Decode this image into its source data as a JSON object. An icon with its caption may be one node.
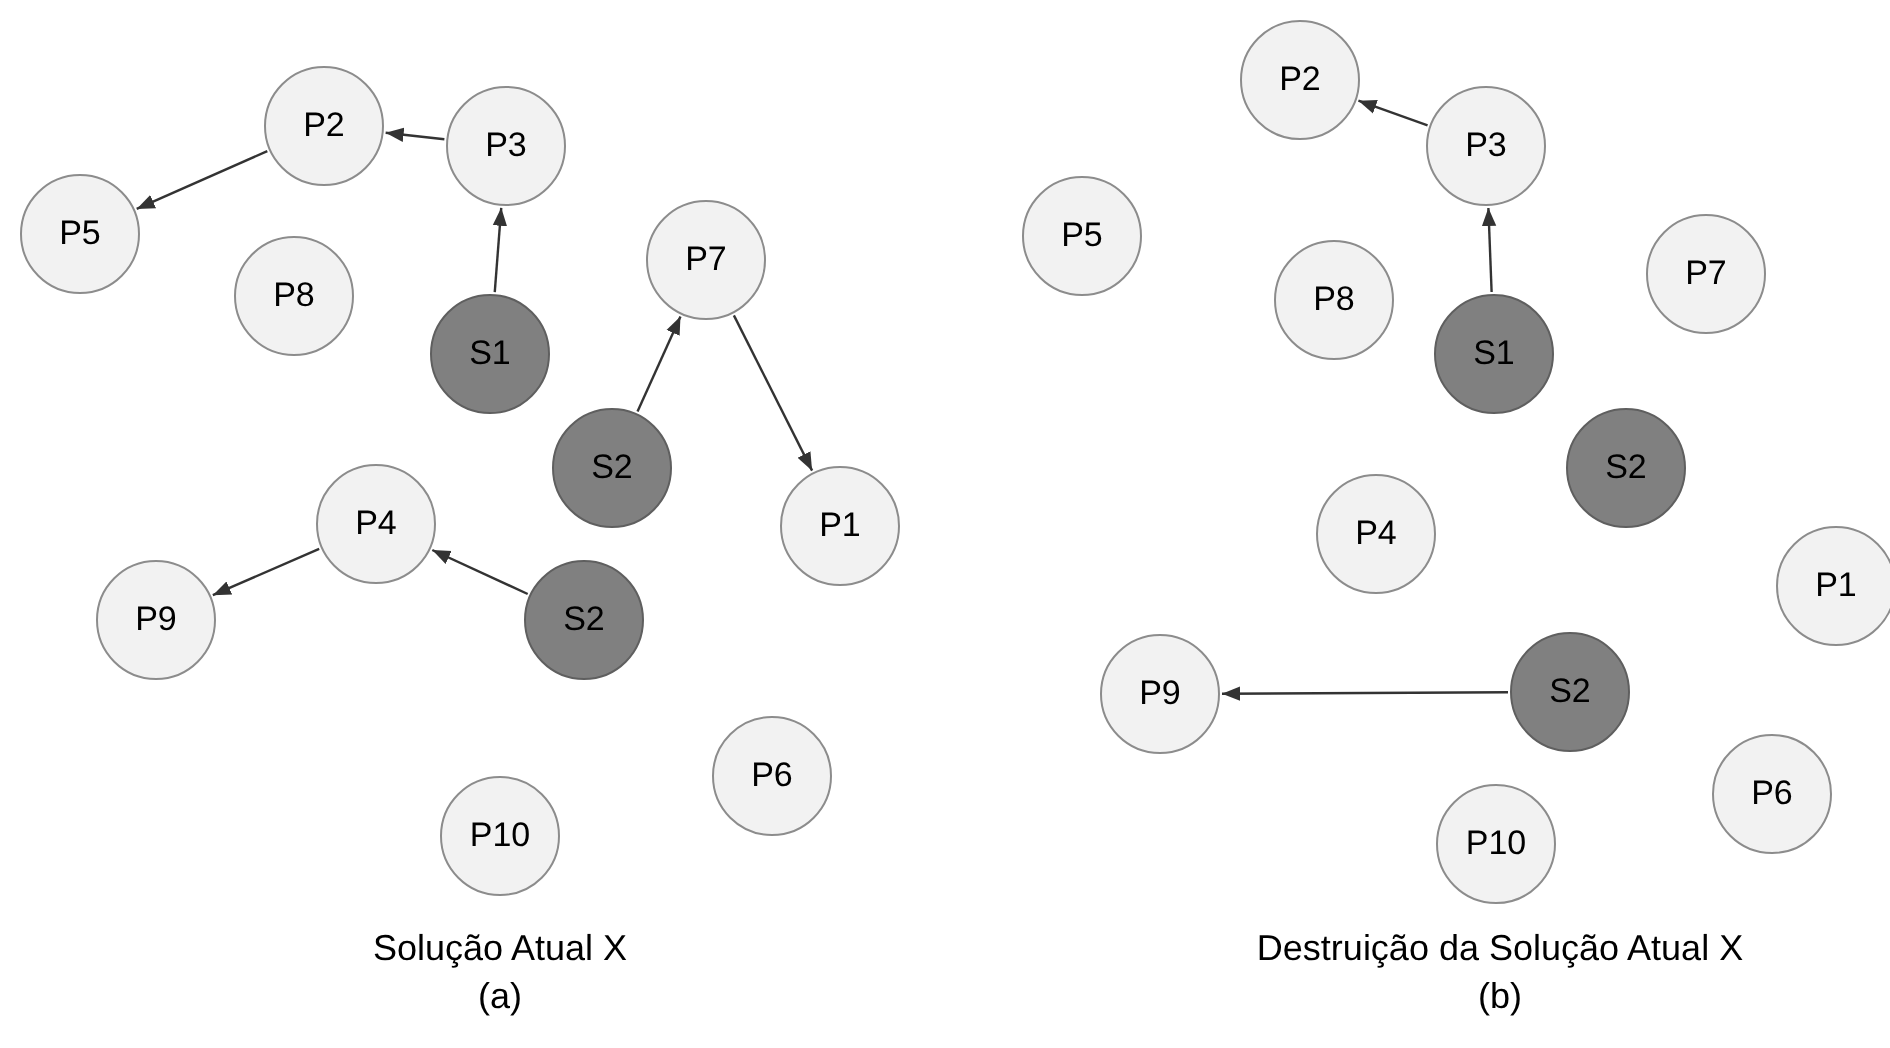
{
  "diagram": {
    "nodes": [
      {
        "text": [
          "P2"
        ]
      },
      {
        "text": [
          "P3"
        ]
      },
      {
        "text": [
          "P5"
        ]
      },
      {
        "text": [
          "P8"
        ]
      },
      {
        "text": [
          "S1"
        ]
      },
      {
        "text": [
          "P7"
        ]
      },
      {
        "text": [
          "S2"
        ]
      },
      {
        "text": [
          "P4"
        ]
      },
      {
        "text": [
          "P9"
        ]
      },
      {
        "text": [
          "S2"
        ]
      },
      {
        "text": [
          "P1"
        ]
      },
      {
        "text": [
          "P10"
        ]
      },
      {
        "text": [
          "P6"
        ]
      },
      {
        "text": [
          "P2"
        ]
      },
      {
        "text": [
          "P3"
        ]
      },
      {
        "text": [
          "P5"
        ]
      },
      {
        "text": [
          "P8"
        ]
      },
      {
        "text": [
          "P7"
        ]
      },
      {
        "text": [
          "S1"
        ]
      },
      {
        "text": [
          "S2"
        ]
      },
      {
        "text": [
          "P4"
        ]
      },
      {
        "text": [
          "P1"
        ]
      },
      {
        "text": [
          "P9"
        ]
      },
      {
        "text": [
          "S2"
        ]
      },
      {
        "text": [
          "P6"
        ]
      },
      {
        "text": [
          "P10"
        ]
      }
    ],
    "edges": [
      {
        "from": 1,
        "to": 0,
        "arrow": "to"
      },
      {
        "from": 0,
        "to": 2,
        "arrow": "to"
      },
      {
        "from": 4,
        "to": 1,
        "arrow": "to"
      },
      {
        "from": 6,
        "to": 5,
        "arrow": "to"
      },
      {
        "from": 5,
        "to": 10,
        "arrow": "to"
      },
      {
        "from": 9,
        "to": 7,
        "arrow": "to"
      },
      {
        "from": 7,
        "to": 8,
        "arrow": "to"
      },
      {
        "from": 14,
        "to": 13,
        "arrow": "to"
      },
      {
        "from": 18,
        "to": 14,
        "arrow": "to"
      },
      {
        "from": 23,
        "to": 22,
        "arrow": "to"
      }
    ],
    "labels": [
      "Solução Atual X",
      "(a)",
      "Destruição da Solução Atual X",
      "(b)"
    ]
  }
}
